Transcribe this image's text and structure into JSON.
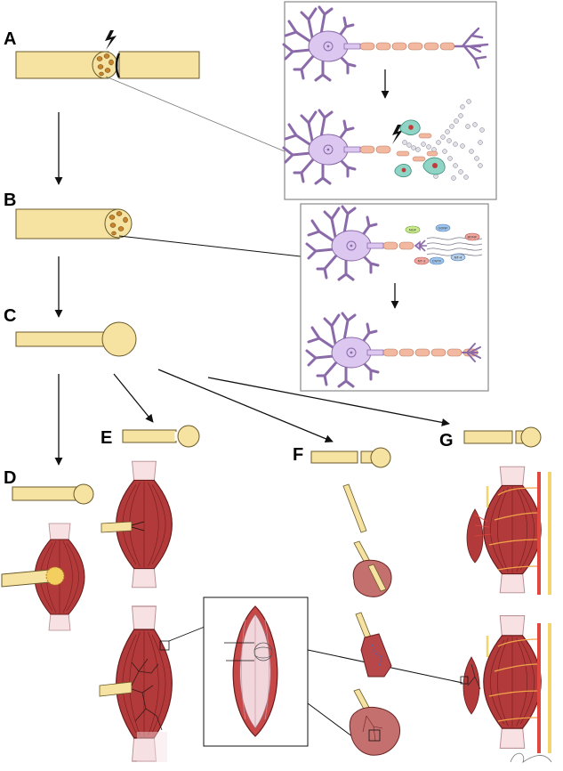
{
  "panel_labels": {
    "a": "A",
    "b": "B",
    "c": "C",
    "d": "D",
    "e": "E",
    "f": "F",
    "g": "G"
  },
  "factor_labels": {
    "ngf": "NGF",
    "gdnf": "GDNF",
    "bdnf": "BDNF",
    "nt3": "NT-3",
    "cntf": "CNTF",
    "nt4": "NT-4"
  },
  "colors": {
    "nerve": "#f6e3a1",
    "nerve_stroke": "#6a5a2a",
    "fascicle": "#c8842a",
    "neuron": "#dcc7f0",
    "neuron_stroke": "#8a6aa8",
    "myelin": "#f2b8a0",
    "muscle": "#b33a3a",
    "tendon": "#f7e1e3",
    "debris": "#e0e0e6",
    "macrophage": "#8fd4c4",
    "red_line": "#e0473e",
    "yellow_line": "#f3d56b"
  }
}
